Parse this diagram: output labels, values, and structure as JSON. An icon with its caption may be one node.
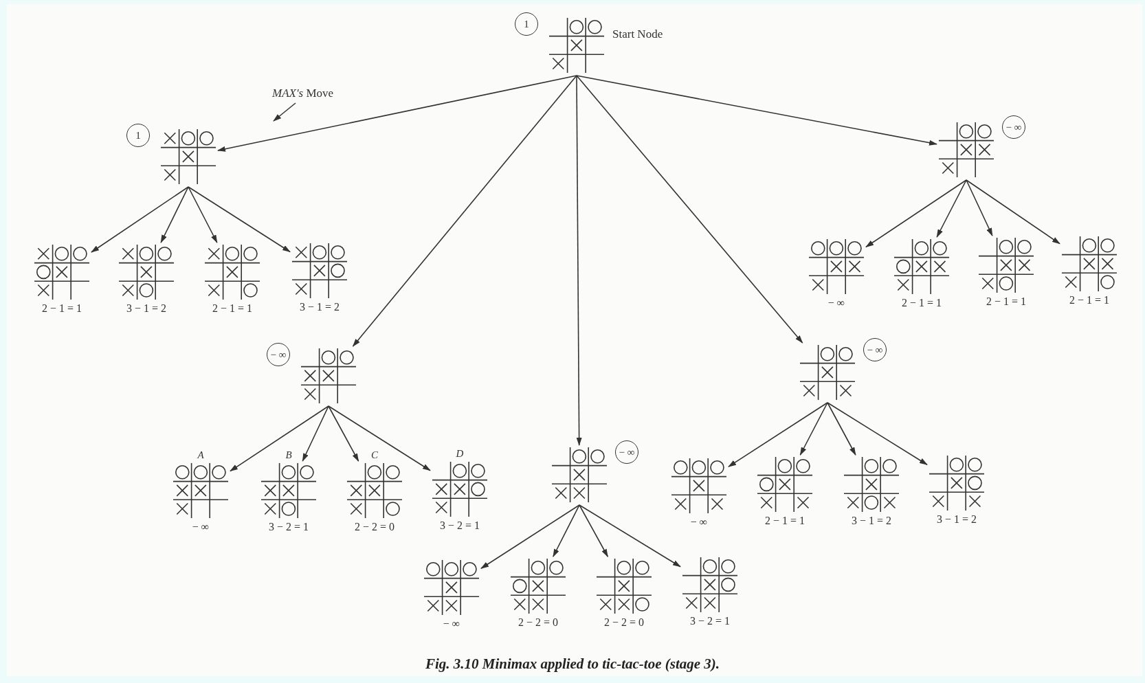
{
  "diagram": {
    "caption": "Fig. 3.10 Minimax applied to tic-tac-toe (stage 3).",
    "nodes": [
      {
        "text": [],
        "shape": "picture",
        "beside": [
          "1",
          "Start Node"
        ]
      },
      {
        "text": [],
        "shape": "picture",
        "beside": [
          "1"
        ]
      },
      {
        "text": [],
        "shape": "picture",
        "beside": [
          "2 − 1 = 1"
        ]
      },
      {
        "text": [],
        "shape": "picture",
        "beside": [
          "3 − 1 = 2"
        ]
      },
      {
        "text": [],
        "shape": "picture",
        "beside": [
          "2 − 1 = 1"
        ]
      },
      {
        "text": [],
        "shape": "picture",
        "beside": [
          "3 − 1 = 2"
        ]
      },
      {
        "text": [],
        "shape": "picture",
        "beside": [
          "− ∞"
        ]
      },
      {
        "text": [],
        "shape": "picture",
        "beside": [
          "A",
          "− ∞"
        ]
      },
      {
        "text": [],
        "shape": "picture",
        "beside": [
          "B",
          "3 − 2 = 1"
        ]
      },
      {
        "text": [],
        "shape": "picture",
        "beside": [
          "C",
          "2 − 2 = 0"
        ]
      },
      {
        "text": [],
        "shape": "picture",
        "beside": [
          "D",
          "3 − 2 = 1"
        ]
      },
      {
        "text": [],
        "shape": "picture",
        "beside": [
          "− ∞"
        ]
      },
      {
        "text": [],
        "shape": "picture",
        "beside": [
          "− ∞"
        ]
      },
      {
        "text": [],
        "shape": "picture",
        "beside": [
          "2 − 2 = 0"
        ]
      },
      {
        "text": [],
        "shape": "picture",
        "beside": [
          "2 − 2 = 0"
        ]
      },
      {
        "text": [],
        "shape": "picture",
        "beside": [
          "3 − 2 = 1"
        ]
      },
      {
        "text": [],
        "shape": "picture",
        "beside": [
          "− ∞"
        ]
      },
      {
        "text": [],
        "shape": "picture",
        "beside": [
          "− ∞"
        ]
      },
      {
        "text": [],
        "shape": "picture",
        "beside": [
          "2 − 1 = 1"
        ]
      },
      {
        "text": [],
        "shape": "picture",
        "beside": [
          "3 − 1 = 2"
        ]
      },
      {
        "text": [],
        "shape": "picture",
        "beside": [
          "3 − 1 = 2"
        ]
      },
      {
        "text": [],
        "shape": "picture",
        "beside": [
          "− ∞"
        ]
      },
      {
        "text": [],
        "shape": "picture",
        "beside": [
          "− ∞"
        ]
      },
      {
        "text": [],
        "shape": "picture",
        "beside": [
          "2 − 1 = 1"
        ]
      },
      {
        "text": [],
        "shape": "picture",
        "beside": [
          "2 − 1 = 1"
        ]
      },
      {
        "text": [],
        "shape": "picture",
        "beside": [
          "2 − 1 = 1"
        ]
      }
    ],
    "edges": [
      {
        "from": 0,
        "to": 1,
        "arrow": "to"
      },
      {
        "from": 0,
        "to": 6,
        "arrow": "to"
      },
      {
        "from": 0,
        "to": 11,
        "arrow": "to"
      },
      {
        "from": 0,
        "to": 16,
        "arrow": "to"
      },
      {
        "from": 0,
        "to": 21,
        "arrow": "to"
      },
      {
        "from": 1,
        "to": 2,
        "arrow": "to"
      },
      {
        "from": 1,
        "to": 3,
        "arrow": "to"
      },
      {
        "from": 1,
        "to": 4,
        "arrow": "to"
      },
      {
        "from": 1,
        "to": 5,
        "arrow": "to"
      },
      {
        "from": 6,
        "to": 7,
        "arrow": "to"
      },
      {
        "from": 6,
        "to": 8,
        "arrow": "to"
      },
      {
        "from": 6,
        "to": 9,
        "arrow": "to"
      },
      {
        "from": 6,
        "to": 10,
        "arrow": "to"
      },
      {
        "from": 11,
        "to": 12,
        "arrow": "to"
      },
      {
        "from": 11,
        "to": 13,
        "arrow": "to"
      },
      {
        "from": 11,
        "to": 14,
        "arrow": "to"
      },
      {
        "from": 11,
        "to": 15,
        "arrow": "to"
      },
      {
        "from": 16,
        "to": 17,
        "arrow": "to"
      },
      {
        "from": 16,
        "to": 18,
        "arrow": "to"
      },
      {
        "from": 16,
        "to": 19,
        "arrow": "to"
      },
      {
        "from": 16,
        "to": 20,
        "arrow": "to"
      },
      {
        "from": 21,
        "to": 22,
        "arrow": "to"
      },
      {
        "from": 21,
        "to": 23,
        "arrow": "to"
      },
      {
        "from": 21,
        "to": 24,
        "arrow": "to"
      },
      {
        "from": 21,
        "to": 25,
        "arrow": "to"
      }
    ],
    "labels": [
      "*MAX's* Move"
    ]
  }
}
